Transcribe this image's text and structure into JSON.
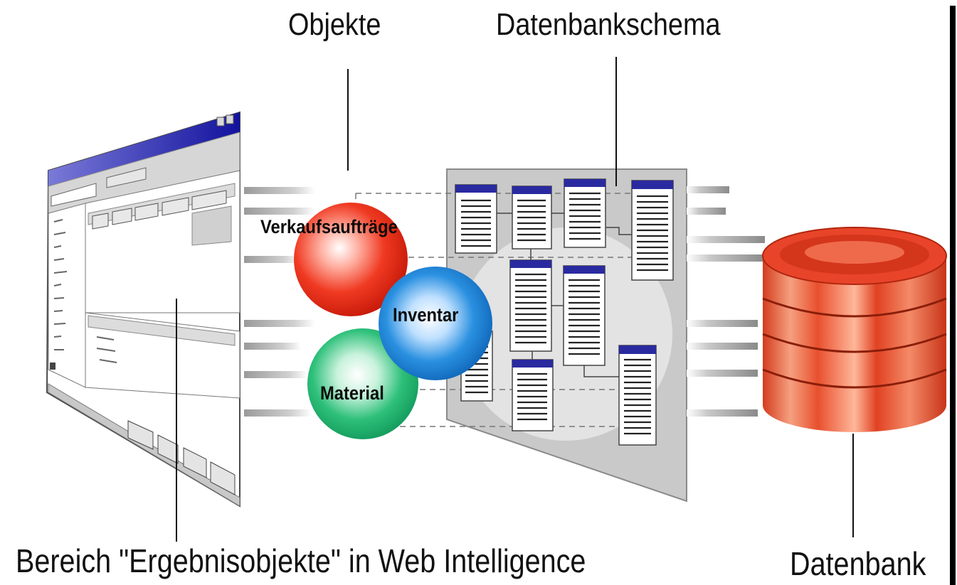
{
  "labels": {
    "objects": "Objekte",
    "schema": "Datenbankschema",
    "result_pane": "Bereich \"Ergebnisobjekte\" in Web Intelligence",
    "database": "Datenbank"
  },
  "spheres": [
    {
      "label": "Verkaufsaufträge",
      "color": "#e8261a"
    },
    {
      "label": "Inventar",
      "color": "#1f86d6"
    },
    {
      "label": "Material",
      "color": "#1fb070"
    }
  ],
  "colors": {
    "window_titlebar": "#1a1aa8",
    "schema_panel": "#c8c8c8",
    "db_cylinder": "#e84a2c",
    "table_header": "#2a2aa0"
  }
}
